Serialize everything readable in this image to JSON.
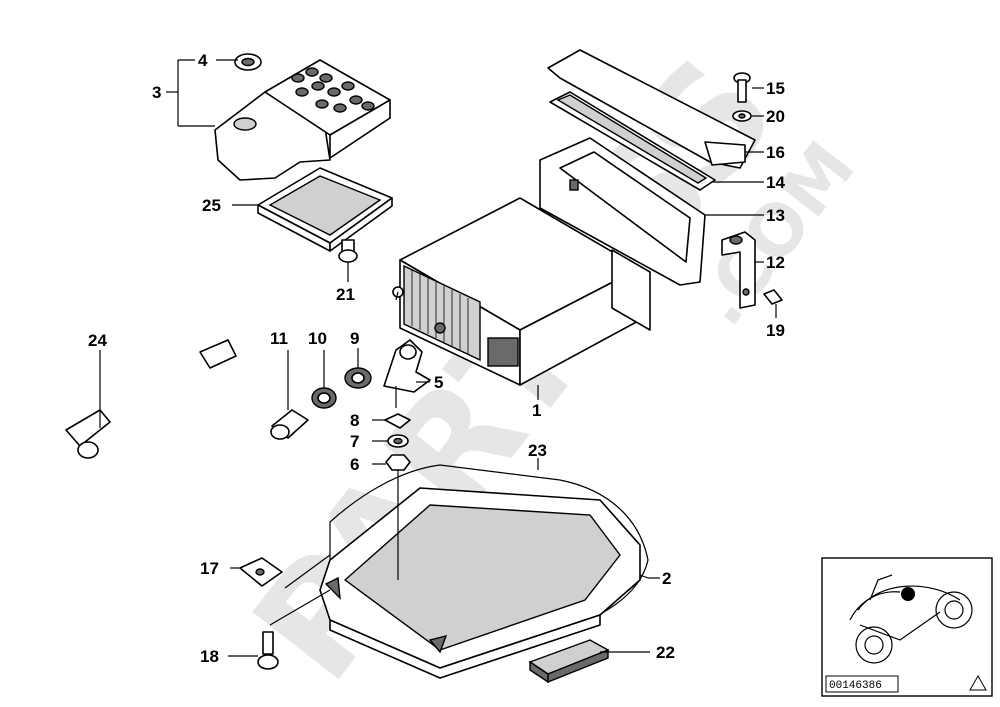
{
  "watermark": {
    "line1": "PARTSSS",
    "line2": ".COM"
  },
  "callouts": [
    {
      "id": "1",
      "label": "1"
    },
    {
      "id": "2",
      "label": "2"
    },
    {
      "id": "3",
      "label": "3"
    },
    {
      "id": "4",
      "label": "4"
    },
    {
      "id": "5",
      "label": "5"
    },
    {
      "id": "6",
      "label": "6"
    },
    {
      "id": "7",
      "label": "7"
    },
    {
      "id": "8",
      "label": "8"
    },
    {
      "id": "9",
      "label": "9"
    },
    {
      "id": "10",
      "label": "10"
    },
    {
      "id": "11",
      "label": "11"
    },
    {
      "id": "12",
      "label": "12"
    },
    {
      "id": "13",
      "label": "13"
    },
    {
      "id": "14",
      "label": "14"
    },
    {
      "id": "15",
      "label": "15"
    },
    {
      "id": "16",
      "label": "16"
    },
    {
      "id": "17",
      "label": "17"
    },
    {
      "id": "18",
      "label": "18"
    },
    {
      "id": "19",
      "label": "19"
    },
    {
      "id": "20",
      "label": "20"
    },
    {
      "id": "21",
      "label": "21"
    },
    {
      "id": "22",
      "label": "22"
    },
    {
      "id": "23",
      "label": "23"
    },
    {
      "id": "24",
      "label": "24"
    },
    {
      "id": "25",
      "label": "25"
    }
  ],
  "thumbnail": {
    "reference_number": "00146386"
  }
}
